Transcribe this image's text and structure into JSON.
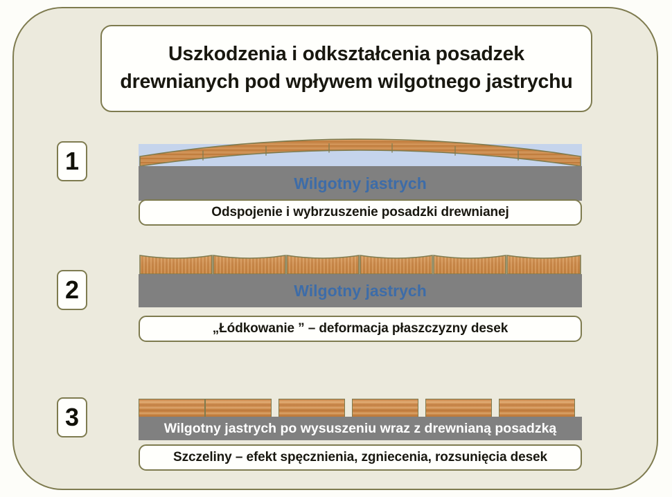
{
  "figure": {
    "title": "Uszkodzenia i odkształcenia posadzek\ndrewnianych pod wpływem wilgotnego jastrychu",
    "background_color": "#eceadd",
    "frame_border_color": "#7e7b4f",
    "box_fill_color": "#fffffc",
    "screed_color": "#808080",
    "screed_label_color": "#3d6ca8",
    "wood_color": "#ca8748",
    "gap_color": "#c5d4ec"
  },
  "panels": [
    {
      "number": "1",
      "screed_label": "Wilgotny jastrych",
      "caption": "Odspojenie i wybrzuszenie posadzki drewnianej",
      "plank_count": 7
    },
    {
      "number": "2",
      "screed_label": "Wilgotny jastrych",
      "caption": "„Łódkowanie ” – deformacja płaszczyzny desek",
      "plank_count": 6
    },
    {
      "number": "3",
      "screed_label": "Wilgotny jastrych po wysuszeniu wraz z drewnianą posadzką",
      "caption": "Szczeliny – efekt spęcznienia, zgniecenia, rozsunięcia desek",
      "plank_count": 6
    }
  ]
}
